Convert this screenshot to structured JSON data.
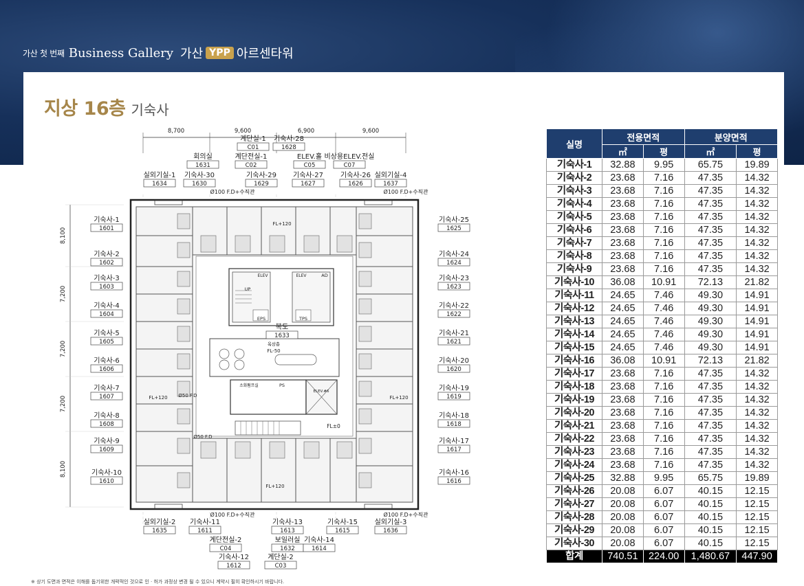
{
  "brand": {
    "prefix": "가산 첫 번째",
    "name": "Business Gallery",
    "region": "가산",
    "badge": "YPP",
    "tower": "아르센타워"
  },
  "page": {
    "title": "지상 16층",
    "subtitle": "기숙사"
  },
  "plan": {
    "dims_top": [
      "8,700",
      "9,600",
      "6,900",
      "9,600"
    ],
    "dims_left": [
      "8,100",
      "7,200",
      "7,200",
      "7,200",
      "8,100"
    ],
    "left_rooms": [
      {
        "name": "기숙사-1",
        "code": "1601"
      },
      {
        "name": "기숙사-2",
        "code": "1602"
      },
      {
        "name": "기숙사-3",
        "code": "1603"
      },
      {
        "name": "기숙사-4",
        "code": "1604"
      },
      {
        "name": "기숙사-5",
        "code": "1605"
      },
      {
        "name": "기숙사-6",
        "code": "1606"
      },
      {
        "name": "기숙사-7",
        "code": "1607"
      },
      {
        "name": "기숙사-8",
        "code": "1608"
      },
      {
        "name": "기숙사-9",
        "code": "1609"
      },
      {
        "name": "기숙사-10",
        "code": "1610"
      }
    ],
    "right_rooms": [
      {
        "name": "기숙사-25",
        "code": "1625"
      },
      {
        "name": "기숙사-24",
        "code": "1624"
      },
      {
        "name": "기숙사-23",
        "code": "1623"
      },
      {
        "name": "기숙사-22",
        "code": "1622"
      },
      {
        "name": "기숙사-21",
        "code": "1621"
      },
      {
        "name": "기숙사-20",
        "code": "1620"
      },
      {
        "name": "기숙사-19",
        "code": "1619"
      },
      {
        "name": "기숙사-18",
        "code": "1618"
      },
      {
        "name": "기숙사-17",
        "code": "1617"
      },
      {
        "name": "기숙사-16",
        "code": "1616"
      }
    ],
    "top_labels": [
      {
        "name": "실외기실-1",
        "code": "1634"
      },
      {
        "name": "기숙사-30",
        "code": "1630"
      },
      {
        "name": "회의실",
        "code": "1631"
      },
      {
        "name": "계단실-1",
        "code": "C01"
      },
      {
        "name": "계단전실-1",
        "code": "C02"
      },
      {
        "name": "기숙사-29",
        "code": "1629"
      },
      {
        "name": "기숙사-28",
        "code": "1628"
      },
      {
        "name": "ELEV.홀",
        "code": "C05"
      },
      {
        "name": "기숙사-27",
        "code": "1627"
      },
      {
        "name": "비상용ELEV.전실",
        "code": "C07"
      },
      {
        "name": "기숙사-26",
        "code": "1626"
      },
      {
        "name": "실외기실-4",
        "code": "1637"
      }
    ],
    "bottom_labels": [
      {
        "name": "실외기실-2",
        "code": "1635"
      },
      {
        "name": "기숙사-11",
        "code": "1611"
      },
      {
        "name": "계단전실-2",
        "code": "C04"
      },
      {
        "name": "기숙사-12",
        "code": "1612"
      },
      {
        "name": "기숙사-13",
        "code": "1613"
      },
      {
        "name": "보일러실",
        "code": "1632"
      },
      {
        "name": "계단실-2",
        "code": "C03"
      },
      {
        "name": "기숙사-14",
        "code": "1614"
      },
      {
        "name": "기숙사-15",
        "code": "1615"
      },
      {
        "name": "실외기실-3",
        "code": "1636"
      }
    ],
    "hallway": {
      "name": "복도",
      "code": "1633"
    },
    "pipe_note": "Ø100 F.D+수직관",
    "level_notes": {
      "fl120": "FL+120",
      "fl0": "FL±0",
      "fl50": "FL-50",
      "fd50": "Ø50 F.D"
    },
    "core_labels": {
      "eps": "EPS",
      "tps": "TPS",
      "ad": "AD",
      "up": "UP",
      "elev": "ELEV",
      "rooftop": "옥상층",
      "ps": "PS",
      "fire": "소화펌프실",
      "elev_no": "ELEV.#6"
    }
  },
  "table": {
    "header": {
      "room": "실명",
      "exclusive": "전용면적",
      "sale": "분양면적",
      "sqm": "㎡",
      "pyeong": "평"
    },
    "rows": [
      [
        "기숙사-1",
        "32.88",
        "9.95",
        "65.75",
        "19.89"
      ],
      [
        "기숙사-2",
        "23.68",
        "7.16",
        "47.35",
        "14.32"
      ],
      [
        "기숙사-3",
        "23.68",
        "7.16",
        "47.35",
        "14.32"
      ],
      [
        "기숙사-4",
        "23.68",
        "7.16",
        "47.35",
        "14.32"
      ],
      [
        "기숙사-5",
        "23.68",
        "7.16",
        "47.35",
        "14.32"
      ],
      [
        "기숙사-6",
        "23.68",
        "7.16",
        "47.35",
        "14.32"
      ],
      [
        "기숙사-7",
        "23.68",
        "7.16",
        "47.35",
        "14.32"
      ],
      [
        "기숙사-8",
        "23.68",
        "7.16",
        "47.35",
        "14.32"
      ],
      [
        "기숙사-9",
        "23.68",
        "7.16",
        "47.35",
        "14.32"
      ],
      [
        "기숙사-10",
        "36.08",
        "10.91",
        "72.13",
        "21.82"
      ],
      [
        "기숙사-11",
        "24.65",
        "7.46",
        "49.30",
        "14.91"
      ],
      [
        "기숙사-12",
        "24.65",
        "7.46",
        "49.30",
        "14.91"
      ],
      [
        "기숙사-13",
        "24.65",
        "7.46",
        "49.30",
        "14.91"
      ],
      [
        "기숙사-14",
        "24.65",
        "7.46",
        "49.30",
        "14.91"
      ],
      [
        "기숙사-15",
        "24.65",
        "7.46",
        "49.30",
        "14.91"
      ],
      [
        "기숙사-16",
        "36.08",
        "10.91",
        "72.13",
        "21.82"
      ],
      [
        "기숙사-17",
        "23.68",
        "7.16",
        "47.35",
        "14.32"
      ],
      [
        "기숙사-18",
        "23.68",
        "7.16",
        "47.35",
        "14.32"
      ],
      [
        "기숙사-19",
        "23.68",
        "7.16",
        "47.35",
        "14.32"
      ],
      [
        "기숙사-20",
        "23.68",
        "7.16",
        "47.35",
        "14.32"
      ],
      [
        "기숙사-21",
        "23.68",
        "7.16",
        "47.35",
        "14.32"
      ],
      [
        "기숙사-22",
        "23.68",
        "7.16",
        "47.35",
        "14.32"
      ],
      [
        "기숙사-23",
        "23.68",
        "7.16",
        "47.35",
        "14.32"
      ],
      [
        "기숙사-24",
        "23.68",
        "7.16",
        "47.35",
        "14.32"
      ],
      [
        "기숙사-25",
        "32.88",
        "9.95",
        "65.75",
        "19.89"
      ],
      [
        "기숙사-26",
        "20.08",
        "6.07",
        "40.15",
        "12.15"
      ],
      [
        "기숙사-27",
        "20.08",
        "6.07",
        "40.15",
        "12.15"
      ],
      [
        "기숙사-28",
        "20.08",
        "6.07",
        "40.15",
        "12.15"
      ],
      [
        "기숙사-29",
        "20.08",
        "6.07",
        "40.15",
        "12.15"
      ],
      [
        "기숙사-30",
        "20.08",
        "6.07",
        "40.15",
        "12.15"
      ]
    ],
    "total": [
      "합계",
      "740.51",
      "224.00",
      "1,480.67",
      "447.90"
    ]
  },
  "footnote": "※ 상기 도면과 면적은 이해를 돕기위한 개략적인 것으로 인 · 허가 과정상 변경 될 수 있으니 계약시 필히 확인하시기 바랍니다.",
  "colors": {
    "navy": "#1f3e6e",
    "gold": "#a6864a",
    "badge": "#c9a24d"
  }
}
